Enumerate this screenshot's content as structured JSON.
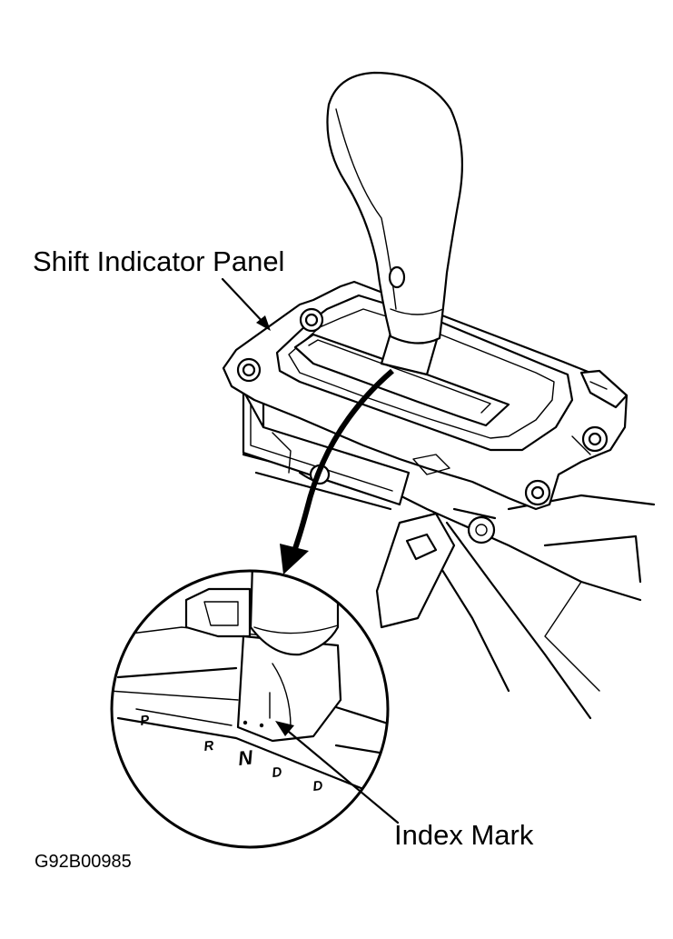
{
  "labels": {
    "shift_indicator_panel": "Shift Indicator Panel",
    "index_mark": "Index Mark",
    "figure_code": "G92B00985"
  },
  "detail_gear_glyphs": [
    "P",
    "R",
    "N",
    "D",
    "D"
  ],
  "colors": {
    "line": "#000000",
    "background": "#ffffff"
  }
}
